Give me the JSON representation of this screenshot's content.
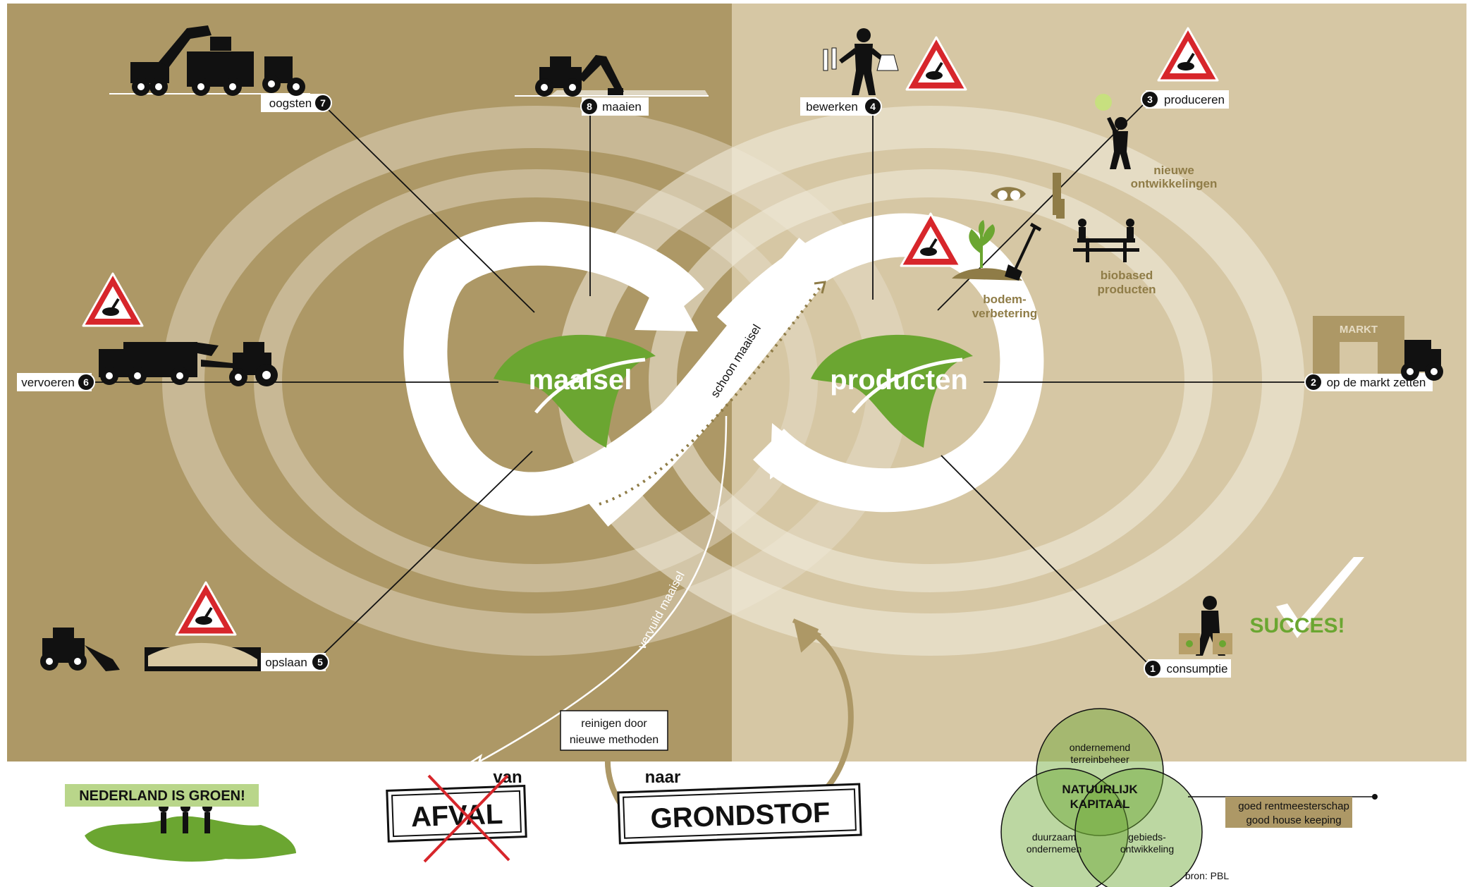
{
  "center": {
    "left": "maaisel",
    "right": "producten"
  },
  "steps": [
    {
      "num": "1",
      "label": "consumptie"
    },
    {
      "num": "2",
      "label": "op de markt zetten"
    },
    {
      "num": "3",
      "label": "produceren"
    },
    {
      "num": "4",
      "label": "bewerken"
    },
    {
      "num": "5",
      "label": "opslaan"
    },
    {
      "num": "6",
      "label": "vervoeren"
    },
    {
      "num": "7",
      "label": "oogsten"
    },
    {
      "num": "8",
      "label": "maaien"
    }
  ],
  "flow": {
    "clean": "schoon maaisel",
    "polluted": "vervuild maaisel",
    "cleaning": [
      "reinigen door",
      "nieuwe methoden"
    ]
  },
  "annotations": {
    "new_dev": [
      "nieuwe",
      "ontwikkelingen"
    ],
    "biobased": [
      "biobased",
      "producten"
    ],
    "soil": [
      "bodem-",
      "verbetering"
    ],
    "market": "MARKT",
    "success": "SUCCES!"
  },
  "bottom": {
    "nl_green": "NEDERLAND IS GROEN!",
    "from": "van",
    "waste": "AFVAL",
    "to": "naar",
    "resource": "GRONDSTOF"
  },
  "venn": {
    "center": [
      "NATUURLIJK",
      "KAPITAAL"
    ],
    "top": [
      "ondernemend",
      "terreinbeheer"
    ],
    "left": [
      "duurzaam",
      "ondernemen"
    ],
    "right": [
      "gebieds-",
      "ontwikkeling"
    ],
    "tag": [
      "goed rentmeesterschap",
      "good house keeping"
    ]
  },
  "source": "bron: PBL",
  "colors": {
    "left_bg": "#ad9866",
    "right_bg": "#d6c7a4",
    "green": "#6ba631",
    "olive_text": "#8f7c47",
    "warning_red": "#d7262b"
  }
}
